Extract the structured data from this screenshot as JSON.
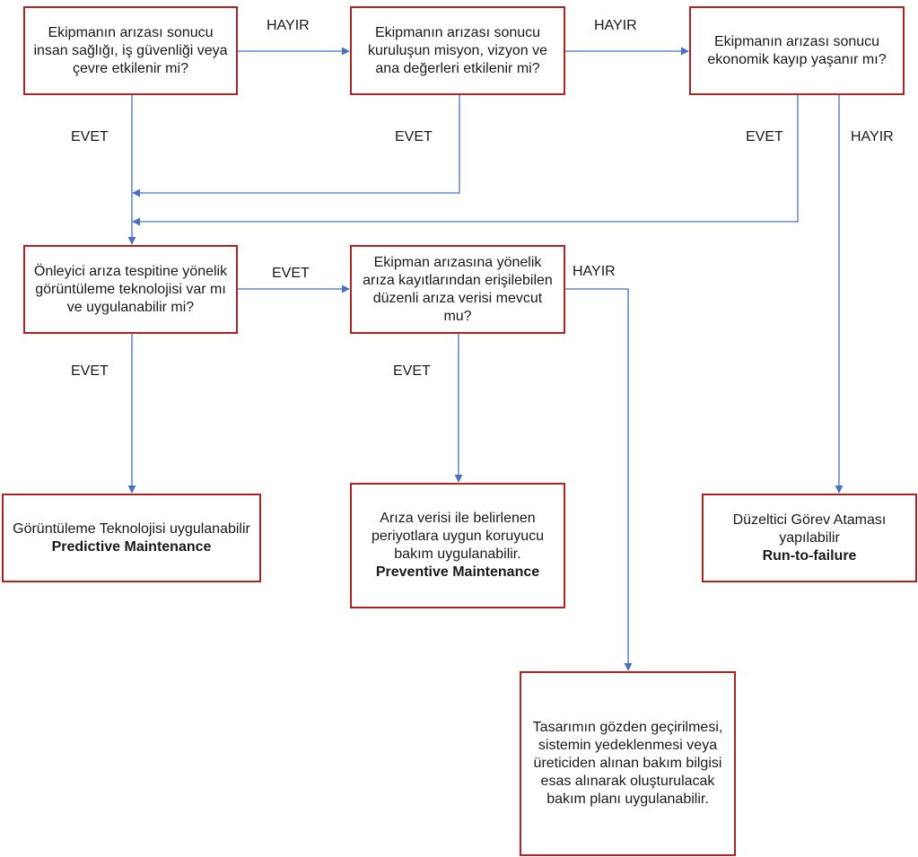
{
  "colors": {
    "border": "#b22222",
    "line": "#4472c4"
  },
  "nodes": {
    "q1": {
      "text": "Ekipmanın arızası sonucu insan sağlığı, iş güvenliği veya çevre etkilenir mi?"
    },
    "q2": {
      "text": "Ekipmanın arızası sonucu kuruluşun misyon, vizyon ve ana değerleri etkilenir mi?"
    },
    "q3": {
      "text": "Ekipmanın arızası sonucu ekonomik kayıp yaşanır mı?"
    },
    "q4": {
      "text": "Önleyici arıza tespitine yönelik görüntüleme teknolojisi var mı ve uygulanabilir mi?"
    },
    "q5": {
      "text": "Ekipman arızasına yönelik arıza kayıtlarından erişilebilen düzenli arıza verisi mevcut mu?"
    },
    "r_predictive": {
      "text": "Görüntüleme Teknolojisi uygulanabilir",
      "bold": "Predictive Maintenance"
    },
    "r_preventive": {
      "text": "Arıza verisi ile belirlenen periyotlara uygun koruyucu bakım uygulanabilir.",
      "bold": "Preventive Maintenance"
    },
    "r_run": {
      "text": "Düzeltici Görev Ataması yapılabilir",
      "bold": "Run-to-failure"
    },
    "r_design": {
      "text": "Tasarımın gözden geçirilmesi, sistemin yedeklenmesi veya üreticiden alınan bakım bilgisi esas alınarak oluşturulacak bakım planı uygulanabilir."
    }
  },
  "edges": {
    "q1_no": "HAYIR",
    "q2_no": "HAYIR",
    "q1_yes": "EVET",
    "q2_yes": "EVET",
    "q3_yes": "EVET",
    "q3_no": "HAYIR",
    "q4_yes_right": "EVET",
    "q5_no": "HAYIR",
    "q4_yes_down": "EVET",
    "q5_yes": "EVET"
  }
}
